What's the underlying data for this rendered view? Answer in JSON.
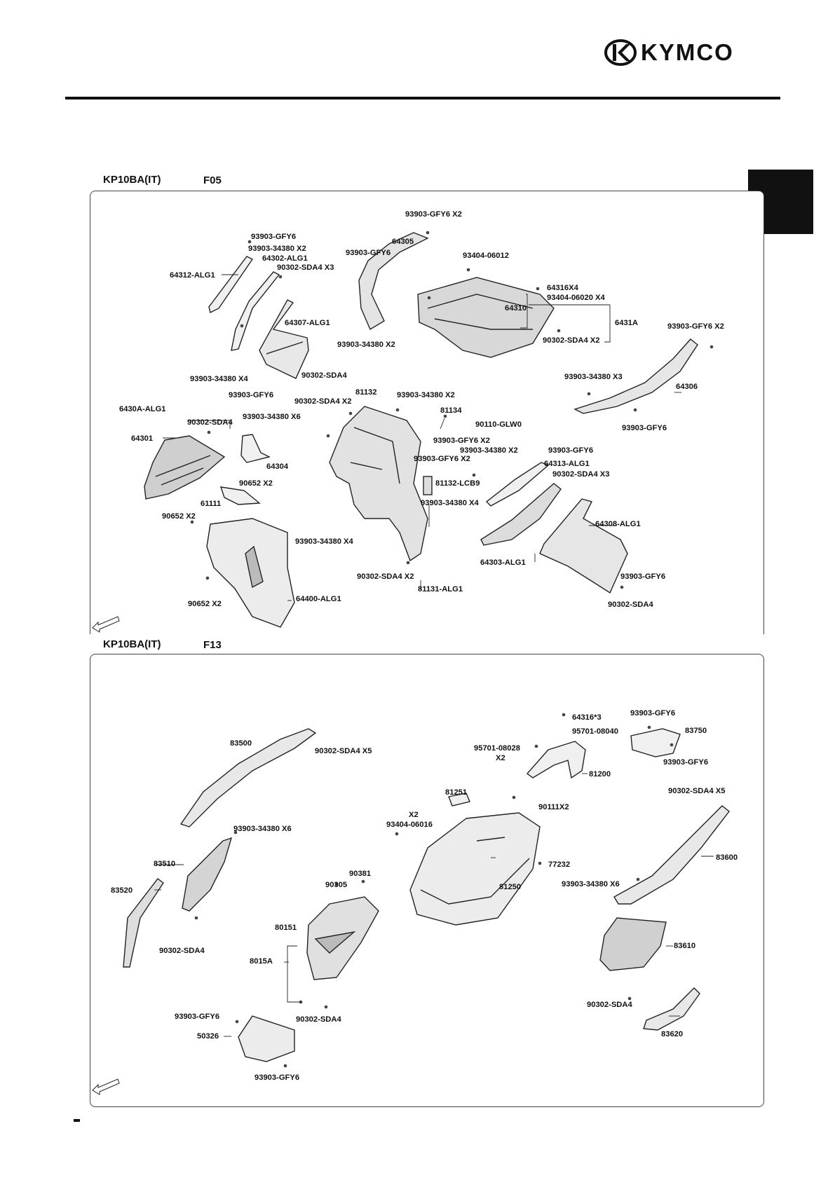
{
  "header": {
    "brand": "KYMCO"
  },
  "sections": [
    {
      "model": "KP10BA(IT)",
      "ref": "F05",
      "labels": [
        {
          "id": "l1",
          "text": "93903-GFY6 X2"
        },
        {
          "id": "l2",
          "text": "93903-GFY6"
        },
        {
          "id": "l3",
          "text": "64305"
        },
        {
          "id": "l4",
          "text": "93903-34380 X2"
        },
        {
          "id": "l5",
          "text": "64302-ALG1"
        },
        {
          "id": "l6",
          "text": "93903-GFY6"
        },
        {
          "id": "l7",
          "text": "93404-06012"
        },
        {
          "id": "l8",
          "text": "90302-SDA4 X3"
        },
        {
          "id": "l9",
          "text": "64312-ALG1"
        },
        {
          "id": "l10",
          "text": "64316X4"
        },
        {
          "id": "l11",
          "text": "93404-06020 X4"
        },
        {
          "id": "l12",
          "text": "64310"
        },
        {
          "id": "l13",
          "text": "6431A"
        },
        {
          "id": "l14",
          "text": "93903-GFY6 X2"
        },
        {
          "id": "l15",
          "text": "64307-ALG1"
        },
        {
          "id": "l16",
          "text": "90302-SDA4 X2"
        },
        {
          "id": "l17",
          "text": "93903-34380 X2"
        },
        {
          "id": "l18",
          "text": "90302-SDA4"
        },
        {
          "id": "l19",
          "text": "93903-34380 X4"
        },
        {
          "id": "l20",
          "text": "93903-34380 X3"
        },
        {
          "id": "l21",
          "text": "64306"
        },
        {
          "id": "l22",
          "text": "93903-GFY6"
        },
        {
          "id": "l23",
          "text": "81132"
        },
        {
          "id": "l24",
          "text": "93903-34380 X2"
        },
        {
          "id": "l25",
          "text": "90302-SDA4 X2"
        },
        {
          "id": "l26",
          "text": "6430A-ALG1"
        },
        {
          "id": "l27",
          "text": "81134"
        },
        {
          "id": "l28",
          "text": "93903-34380 X6"
        },
        {
          "id": "l29",
          "text": "90302-SDA4"
        },
        {
          "id": "l30",
          "text": "90110-GLW0"
        },
        {
          "id": "l31",
          "text": "93903-GFY6"
        },
        {
          "id": "l32",
          "text": "64301"
        },
        {
          "id": "l33",
          "text": "93903-GFY6 X2"
        },
        {
          "id": "l34",
          "text": "93903-34380 X2"
        },
        {
          "id": "l35",
          "text": "93903-GFY6"
        },
        {
          "id": "l36",
          "text": "93903-GFY6 X2"
        },
        {
          "id": "l37",
          "text": "64304"
        },
        {
          "id": "l38",
          "text": "64313-ALG1"
        },
        {
          "id": "l39",
          "text": "90302-SDA4 X3"
        },
        {
          "id": "l40",
          "text": "81132-LCB9"
        },
        {
          "id": "l41",
          "text": "90652 X2"
        },
        {
          "id": "l42",
          "text": "61111"
        },
        {
          "id": "l43",
          "text": "93903-34380 X4"
        },
        {
          "id": "l44",
          "text": "90652 X2"
        },
        {
          "id": "l45",
          "text": "64308-ALG1"
        },
        {
          "id": "l46",
          "text": "93903-34380 X4"
        },
        {
          "id": "l47",
          "text": "64303-ALG1"
        },
        {
          "id": "l48",
          "text": "90302-SDA4 X2"
        },
        {
          "id": "l49",
          "text": "93903-GFY6"
        },
        {
          "id": "l50",
          "text": "81131-ALG1"
        },
        {
          "id": "l51",
          "text": "64400-ALG1"
        },
        {
          "id": "l52",
          "text": "90652 X2"
        },
        {
          "id": "l53",
          "text": "90302-SDA4"
        }
      ]
    },
    {
      "model": "KP10BA(IT)",
      "ref": "F13",
      "labels": [
        {
          "id": "m1",
          "text": "93903-GFY6"
        },
        {
          "id": "m2",
          "text": "64316*3"
        },
        {
          "id": "m3",
          "text": "95701-08040"
        },
        {
          "id": "m4",
          "text": "83750"
        },
        {
          "id": "m5",
          "text": "83500"
        },
        {
          "id": "m6",
          "text": "90302-SDA4 X5"
        },
        {
          "id": "m7",
          "text": "95701-08028"
        },
        {
          "id": "m8",
          "text": "X2"
        },
        {
          "id": "m9",
          "text": "93903-GFY6"
        },
        {
          "id": "m10",
          "text": "81200"
        },
        {
          "id": "m11",
          "text": "90302-SDA4 X5"
        },
        {
          "id": "m12",
          "text": "81251"
        },
        {
          "id": "m13",
          "text": "90111X2"
        },
        {
          "id": "m14",
          "text": "X2"
        },
        {
          "id": "m15",
          "text": "93404-06016"
        },
        {
          "id": "m16",
          "text": "93903-34380 X6"
        },
        {
          "id": "m17",
          "text": "83600"
        },
        {
          "id": "m18",
          "text": "83510"
        },
        {
          "id": "m19",
          "text": "77232"
        },
        {
          "id": "m20",
          "text": "90381"
        },
        {
          "id": "m21",
          "text": "93903-34380 X6"
        },
        {
          "id": "m22",
          "text": "90305"
        },
        {
          "id": "m23",
          "text": "81250"
        },
        {
          "id": "m24",
          "text": "83520"
        },
        {
          "id": "m25",
          "text": "80151"
        },
        {
          "id": "m26",
          "text": "83610"
        },
        {
          "id": "m27",
          "text": "90302-SDA4"
        },
        {
          "id": "m28",
          "text": "8015A"
        },
        {
          "id": "m29",
          "text": "90302-SDA4"
        },
        {
          "id": "m30",
          "text": "93903-GFY6"
        },
        {
          "id": "m31",
          "text": "90302-SDA4"
        },
        {
          "id": "m32",
          "text": "83620"
        },
        {
          "id": "m33",
          "text": "50326"
        },
        {
          "id": "m34",
          "text": "93903-GFY6"
        }
      ]
    }
  ]
}
